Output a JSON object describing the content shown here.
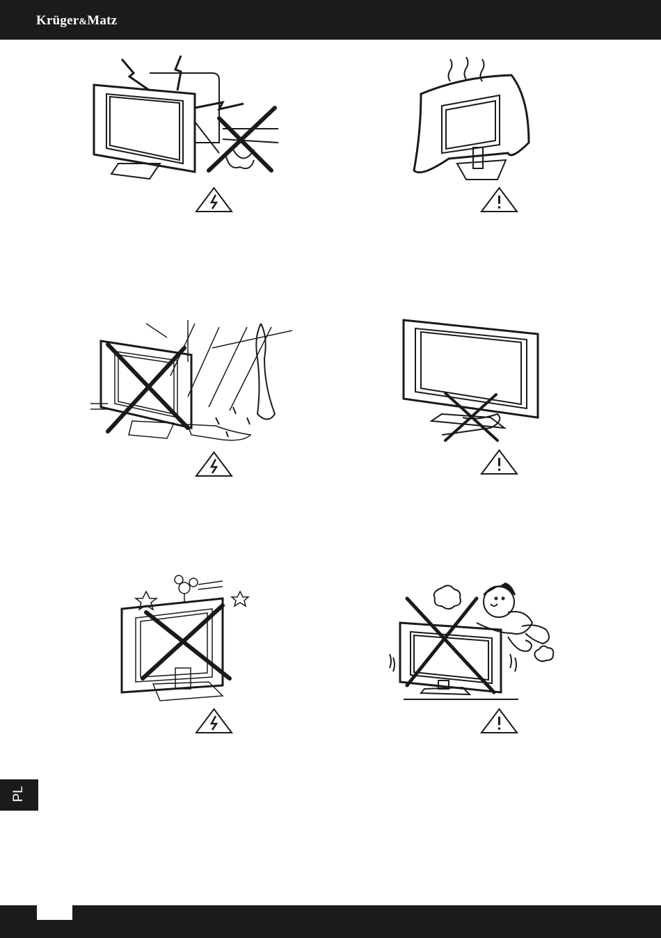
{
  "header": {
    "brand": "Krüger",
    "brand_amp": "&",
    "brand_tail": "Matz"
  },
  "sidebar": {
    "language": "PL"
  },
  "footer": {
    "page_number": ""
  },
  "illustrations": [
    {
      "id": "lightning-antenna",
      "warning": "electric-shock-warning-icon",
      "crossed": true
    },
    {
      "id": "covered-tv",
      "warning": "general-warning-icon",
      "crossed": false
    },
    {
      "id": "tv-rain-window",
      "warning": "electric-shock-warning-icon",
      "crossed": true
    },
    {
      "id": "tv-cable-under-stand",
      "warning": "general-warning-icon",
      "crossed": true
    },
    {
      "id": "tv-object-on-top",
      "warning": "electric-shock-warning-icon",
      "crossed": true
    },
    {
      "id": "child-climbing-tv",
      "warning": "general-warning-icon",
      "crossed": true
    }
  ],
  "colors": {
    "bar": "#1b1b1b",
    "ink": "#1a1a1a",
    "page": "#ffffff"
  }
}
